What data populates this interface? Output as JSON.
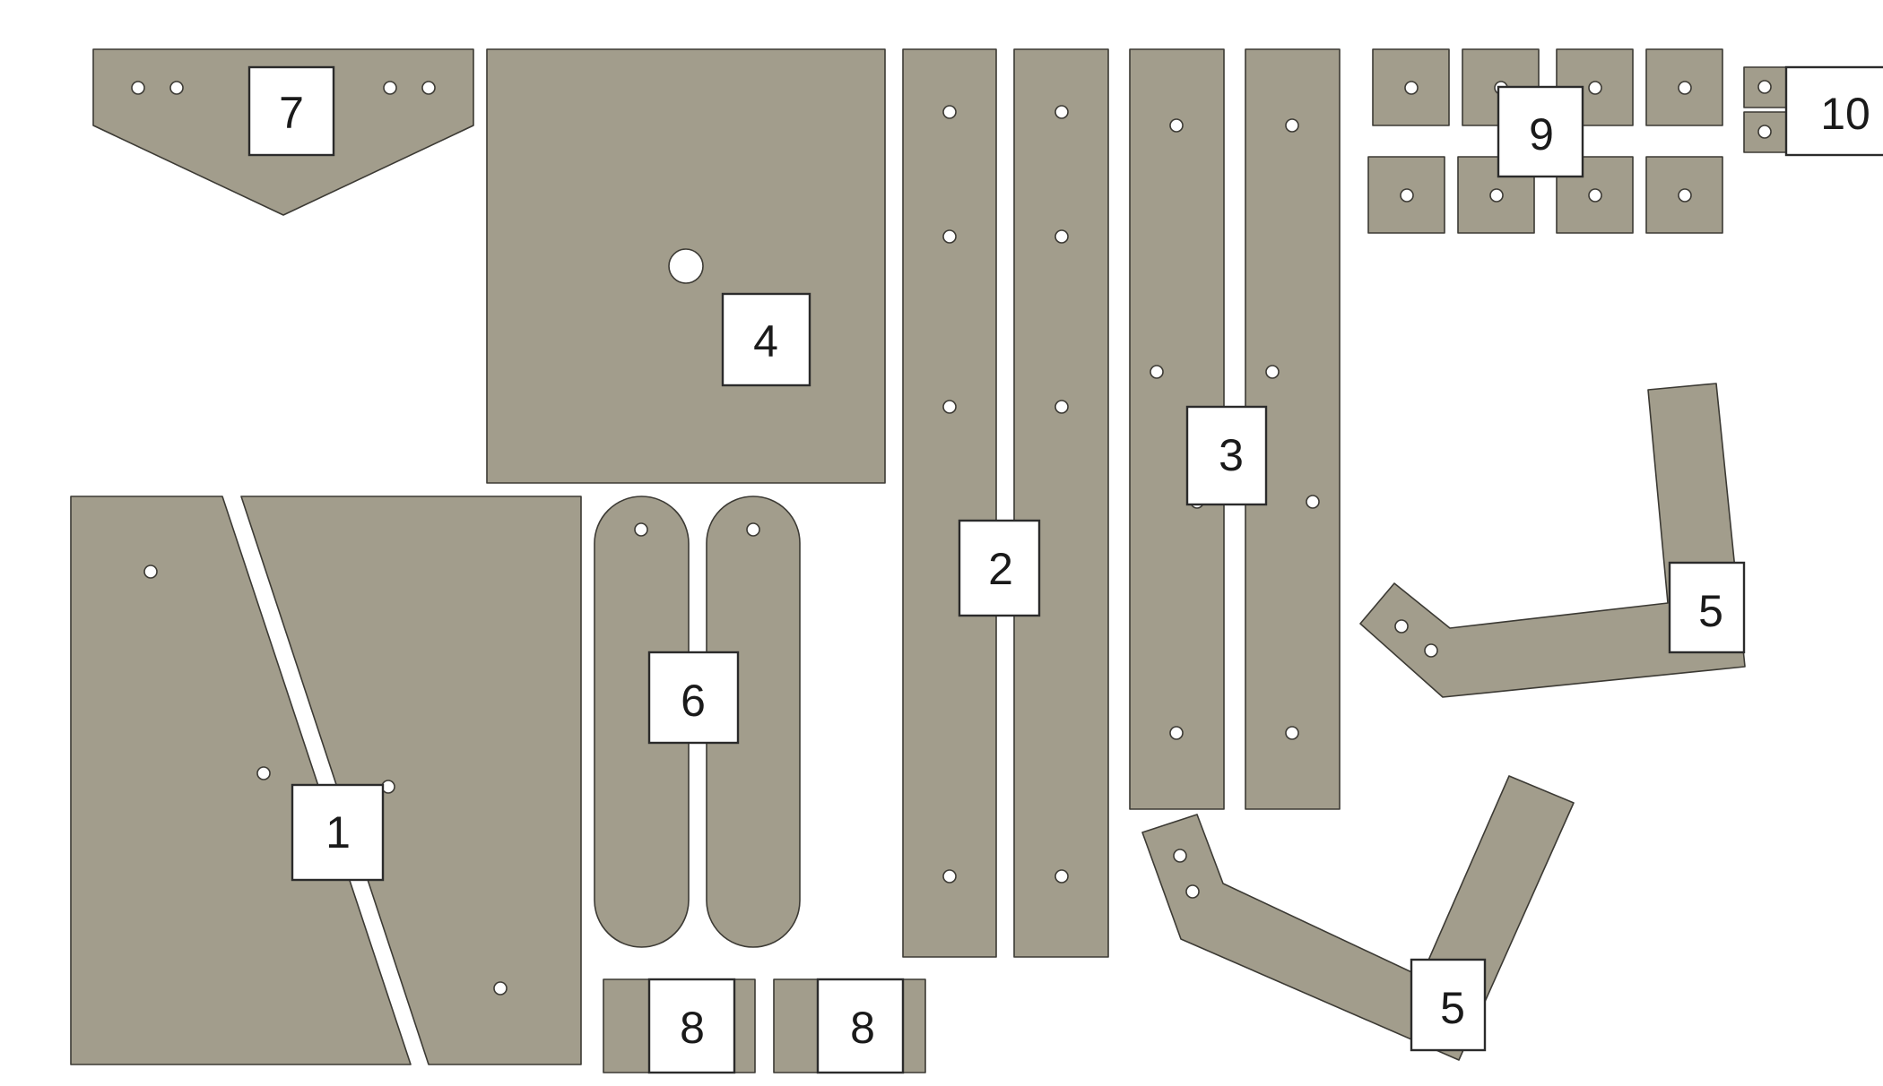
{
  "colors": {
    "part_fill": "#a29d8c",
    "part_stroke": "#3c3a34",
    "hole_fill": "#ffffff",
    "label_box": "#ffffff"
  },
  "labels": {
    "p1": "1",
    "p2": "2",
    "p3": "3",
    "p4": "4",
    "p5a": "5",
    "p5b": "5",
    "p6": "6",
    "p7": "7",
    "p8a": "8",
    "p8b": "8",
    "p9": "9",
    "p10": "10"
  }
}
